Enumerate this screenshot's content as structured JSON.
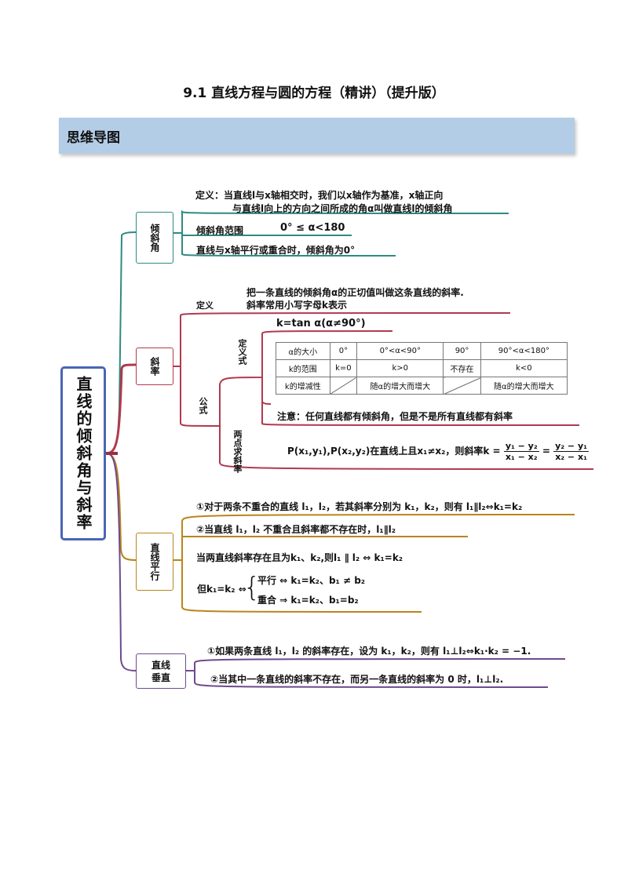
{
  "page": {
    "title": "9.1  直线方程与圆的方程（精讲）（提升版）"
  },
  "section": {
    "heading": "思维导图"
  },
  "root": {
    "label": "直线的倾斜角与斜率"
  },
  "angle": {
    "label": "倾斜角",
    "def_line1": "定义：当直线l与x轴相交时，我们以x轴作为基准，x轴正向",
    "def_line2": "与直线l向上的方向之间所成的角α叫做直线l的倾斜角",
    "range_label": "倾斜角范围",
    "range_value": "0° ≤ α<180",
    "parallel_note": "直线与x轴平行或重合时，倾斜角为0°"
  },
  "slope": {
    "label": "斜率",
    "def_label": "定义",
    "def_line1": "把一条直线的倾斜角α的正切值叫做这条直线的斜率.",
    "def_line2": "斜率常用小写字母k表示",
    "formula_label": "公式",
    "def_formula_label": "定义式",
    "tan_formula": "k=tan α(α≠90°)",
    "table": [
      [
        "α的大小",
        "0°",
        "0°<α<90°",
        "90°",
        "90°<α<180°"
      ],
      [
        "k的范围",
        "k=0",
        "k>0",
        "不存在",
        "k<0"
      ],
      [
        "k的增减性",
        "",
        "随α的增大而增大",
        "",
        "随α的增大而增大"
      ]
    ],
    "note": "注意：任何直线都有倾斜角，但是不是所有直线都有斜率",
    "two_point_label": "两点求斜率",
    "two_point_text": "P(x₁,y₁),P(x₂,y₂)在直线上且x₁≠x₂，则斜率k =",
    "frac1_num": "y₁ − y₂",
    "frac1_den": "x₁ − x₂",
    "eq": "=",
    "frac2_num": "y₂ − y₁",
    "frac2_den": "x₂ − x₁"
  },
  "parallel": {
    "label": "直线平行",
    "item1": "①对于两条不重合的直线 l₁，l₂，若其斜率分别为 k₁，k₂，则有 l₁∥l₂⇔k₁=k₂",
    "item2": "②当直线 l₁，l₂ 不重合且斜率都不存在时，l₁∥l₂",
    "item3": "当两直线斜率存在且为k₁、k₂,则l₁ ∥ l₂ ⇔ k₁=k₂",
    "case_prefix": "但k₁=k₂ ⇔",
    "case1": "平行 ⇔ k₁=k₂、b₁ ≠ b₂",
    "case2": "重合 ⇒ k₁=k₂、b₁=b₂"
  },
  "perpendicular": {
    "label": "直线垂直",
    "item1": "①如果两条直线 l₁，l₂ 的斜率存在，设为 k₁，k₂，则有 l₁⊥l₂⇔k₁·k₂ = −1.",
    "item2": "②当其中一条直线的斜率不存在，而另一条直线的斜率为 0 时，l₁⊥l₂."
  },
  "colors": {
    "root_border": "#4a66b2",
    "teal": "#2e8b82",
    "crimson": "#b03a4e",
    "amber": "#b8861b",
    "purple": "#6e4a8e",
    "banner": "#b4cde6"
  }
}
